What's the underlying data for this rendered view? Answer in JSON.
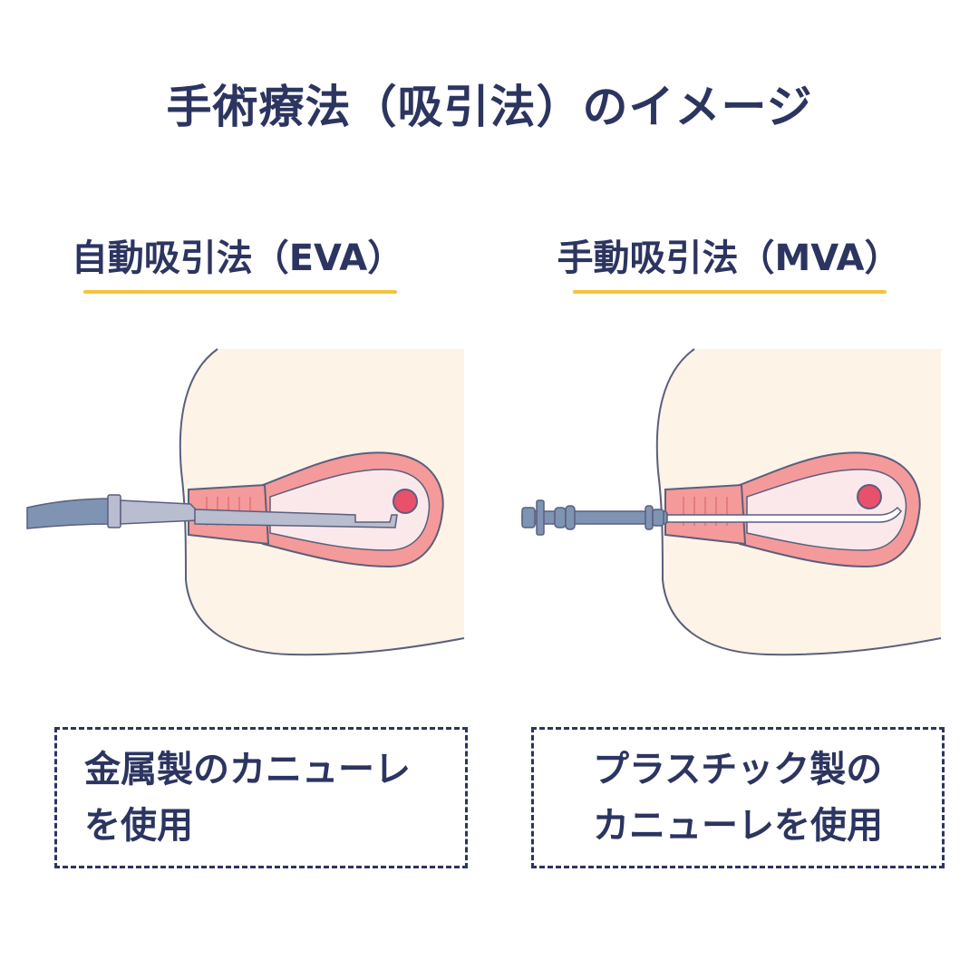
{
  "title": "手術療法（吸引法）のイメージ",
  "colors": {
    "text": "#2c3560",
    "accent_underline": "#f5c33b",
    "skin": "#fdf3e6",
    "tissue": "#f49a9a",
    "tissue_light": "#f9d5d5",
    "cavity": "#fbe8ea",
    "dot": "#e8506b",
    "tube": "#7f93b3",
    "metal": "#b9bdd0",
    "outline": "#5a5f7d"
  },
  "methods": [
    {
      "heading": "自動吸引法（EVA）",
      "note": "金属製のカニューレ\nを使用",
      "illustration_icon": "electric-vacuum-aspiration-illustration"
    },
    {
      "heading": "手動吸引法（MVA）",
      "note": "プラスチック製の\nカニューレを使用",
      "illustration_icon": "manual-vacuum-aspiration-illustration"
    }
  ]
}
